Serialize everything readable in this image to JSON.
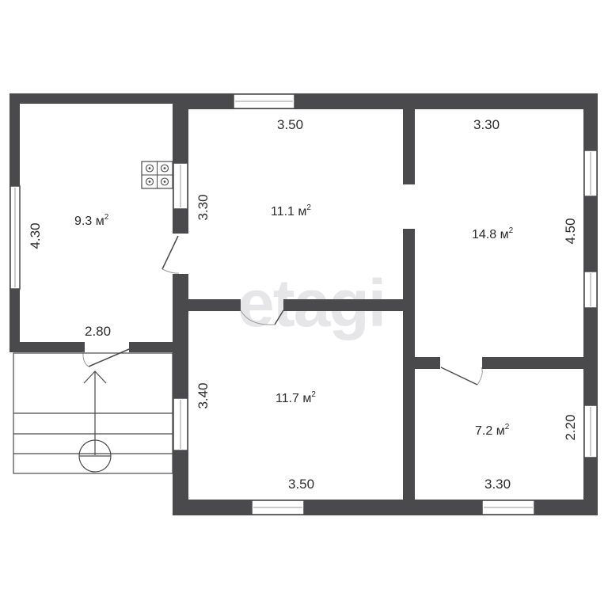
{
  "watermark": "etagi",
  "rooms": [
    {
      "id": "kitchen",
      "area": "9.3 м",
      "area_sup": "2"
    },
    {
      "id": "room-top-middle",
      "area": "11.1 м",
      "area_sup": "2"
    },
    {
      "id": "room-top-right",
      "area": "14.8 м",
      "area_sup": "2"
    },
    {
      "id": "room-bottom-middle",
      "area": "11.7 м",
      "area_sup": "2"
    },
    {
      "id": "room-bottom-right",
      "area": "7.2 м",
      "area_sup": "2"
    }
  ],
  "dimensions": {
    "kitchen_height": "4.30",
    "kitchen_width": "2.80",
    "top_middle_width": "3.50",
    "top_middle_height": "3.30",
    "top_right_width": "3.30",
    "top_right_height": "4.50",
    "bottom_middle_height": "3.40",
    "bottom_middle_width": "3.50",
    "bottom_right_height": "2.20",
    "bottom_right_width": "3.30"
  }
}
